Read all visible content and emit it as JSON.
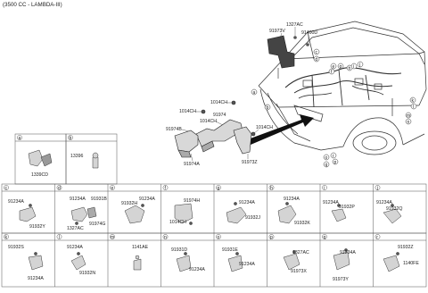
{
  "header": "(3500 CC - LAMBDA-III)",
  "main_parts": {
    "p91973V": "91973V",
    "p1327AC_top": "1327AC",
    "p91400D": "91400D",
    "p1014CH_a": "1014CH",
    "p1014CH_b": "1014CH",
    "p1014CH_c": "1014CH",
    "p1014CH_d": "1014CH",
    "p91974": "91974",
    "p91974B": "91974B",
    "p91974A": "91974A",
    "p91973Z": "91973Z"
  },
  "car_letters": [
    "c",
    "d",
    "e",
    "f",
    "g",
    "h",
    "i",
    "j",
    "k",
    "l",
    "m",
    "n",
    "o",
    "p",
    "q",
    "r",
    "a",
    "b"
  ],
  "cells": [
    {
      "letter": "a",
      "parts": [
        "1339CD"
      ]
    },
    {
      "letter": "b",
      "parts": [
        "13396"
      ]
    },
    {
      "letter": "c",
      "parts": [
        "91234A",
        "91932Y"
      ]
    },
    {
      "letter": "d",
      "parts": [
        "91234A",
        "91931B",
        "91974G",
        "1327AC"
      ]
    },
    {
      "letter": "e",
      "parts": [
        "91234A",
        "91932H"
      ]
    },
    {
      "letter": "f",
      "parts": [
        "91974H",
        "1014CH"
      ]
    },
    {
      "letter": "g",
      "parts": [
        "91234A",
        "91932J"
      ]
    },
    {
      "letter": "h",
      "parts": [
        "91234A",
        "91932K"
      ]
    },
    {
      "letter": "i",
      "parts": [
        "91234A",
        "91932P"
      ]
    },
    {
      "letter": "j",
      "parts": [
        "91234A",
        "91932Q"
      ]
    },
    {
      "letter": "k",
      "parts": [
        "91932S",
        "91234A"
      ]
    },
    {
      "letter": "l",
      "parts": [
        "91234A",
        "91932N"
      ]
    },
    {
      "letter": "m",
      "parts": [
        "1141AE"
      ]
    },
    {
      "letter": "n",
      "parts": [
        "91931D",
        "91234A"
      ]
    },
    {
      "letter": "o",
      "parts": [
        "91931E",
        "91234A"
      ]
    },
    {
      "letter": "p",
      "parts": [
        "1327AC",
        "91973X"
      ]
    },
    {
      "letter": "q",
      "parts": [
        "91234A",
        "91973Y"
      ]
    },
    {
      "letter": "r",
      "parts": [
        "91932Z",
        "1140FE"
      ]
    }
  ]
}
